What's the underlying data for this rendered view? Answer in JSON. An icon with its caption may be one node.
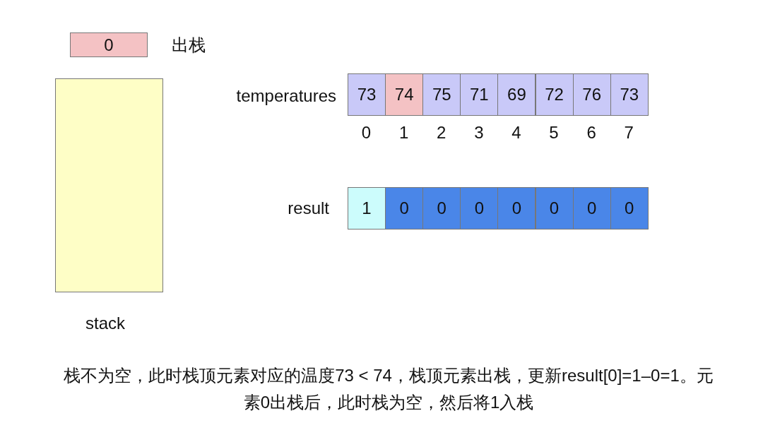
{
  "diagram": {
    "caption": "栈不为空，此时栈顶元素对应的温度73 < 74，栈顶元素出栈，更新result[0]=1–0=1。元素0出栈后，此时栈为空，然后将1入栈",
    "nodes": [
      {
        "text": [
          "0"
        ],
        "beside": [
          "出栈"
        ]
      },
      {
        "text": [],
        "shape": "box",
        "beside": [
          "stack"
        ]
      },
      {
        "text": [
          "73"
        ]
      },
      {
        "text": [
          "74"
        ]
      },
      {
        "text": [
          "75"
        ]
      },
      {
        "text": [
          "71"
        ]
      },
      {
        "text": [
          "69"
        ]
      },
      {
        "text": [
          "72"
        ]
      },
      {
        "text": [
          "76"
        ]
      },
      {
        "text": [
          "73"
        ]
      },
      {
        "text": [
          "1"
        ]
      },
      {
        "text": [
          "0"
        ]
      },
      {
        "text": [
          "0"
        ]
      },
      {
        "text": [
          "0"
        ]
      },
      {
        "text": [
          "0"
        ]
      },
      {
        "text": [
          "0"
        ]
      },
      {
        "text": [
          "0"
        ]
      },
      {
        "text": [
          "0"
        ]
      }
    ],
    "edges": [],
    "labels": [
      "temperatures",
      "0",
      "1",
      "2",
      "3",
      "4",
      "5",
      "6",
      "7",
      "result"
    ]
  }
}
